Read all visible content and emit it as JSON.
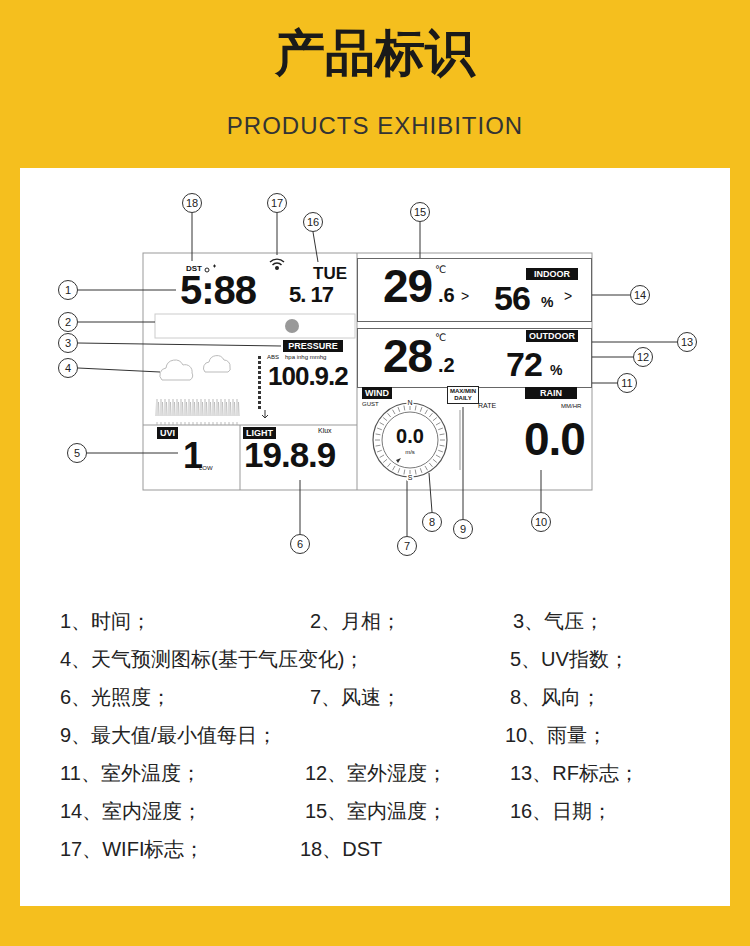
{
  "diagram": {
    "title": "产品标识",
    "nodes": [
      {
        "text": [
          "18"
        ]
      },
      {
        "text": [
          "17"
        ]
      },
      {
        "text": [
          "16"
        ]
      },
      {
        "text": [
          "15"
        ]
      },
      {
        "text": [
          "29",
          "℃",
          ".6",
          ">",
          "56",
          "%",
          ">"
        ]
      },
      {
        "text": [
          "INDOOR"
        ],
        "in": 4
      },
      {
        "text": [
          "1"
        ]
      },
      {
        "text": [
          "14"
        ]
      },
      {
        "text": [
          "2"
        ]
      },
      {
        "text": [
          "28",
          "℃",
          ".2",
          "72",
          "%"
        ]
      },
      {
        "text": [
          "OUTDOOR"
        ],
        "in": 9
      },
      {
        "text": [
          "13"
        ]
      },
      {
        "text": [
          "3"
        ]
      },
      {
        "text": [
          "PRESSURE"
        ]
      },
      {
        "text": [
          "12"
        ]
      },
      {
        "text": [
          "4"
        ]
      },
      {
        "text": [
          "11"
        ]
      },
      {
        "text": [
          "WIND"
        ]
      },
      {
        "text": [
          "MAX/MIN",
          "DAILY"
        ]
      },
      {
        "text": [
          "RAIN"
        ]
      },
      {
        "text": [
          "UVI"
        ]
      },
      {
        "text": [
          "LIGHT"
        ]
      },
      {
        "text": [
          "5"
        ]
      },
      {
        "text": [
          "8"
        ]
      },
      {
        "text": [
          "10"
        ]
      },
      {
        "text": [
          "9"
        ]
      },
      {
        "text": [
          "6"
        ]
      },
      {
        "text": [
          "7"
        ]
      }
    ],
    "labels": [
      "PRODUCTS EXHIBITION",
      "DST",
      "5:88",
      "TUE",
      "5. 17",
      "ABS",
      "hpa inhg mmhg",
      "100.9.2",
      "1",
      "LOW",
      "Klux",
      "19.8.9",
      "GUST",
      "N",
      "S",
      "0.0",
      "m/s",
      "RATE",
      "MM/HR",
      "0.0",
      "1、时间；",
      "2、月相；",
      "3、气压；",
      "4、天气预测图标(基于气压变化)；",
      "5、UV指数；",
      "6、光照度；",
      "7、风速；",
      "8、风向；",
      "9、最大值/最小值每日；",
      "10、雨量；",
      "11、室外温度；",
      "12、室外湿度；",
      "13、RF标志；",
      "14、室内湿度；",
      "15、室内温度；",
      "16、日期；",
      "17、WIFI标志；",
      "18、DST"
    ]
  }
}
